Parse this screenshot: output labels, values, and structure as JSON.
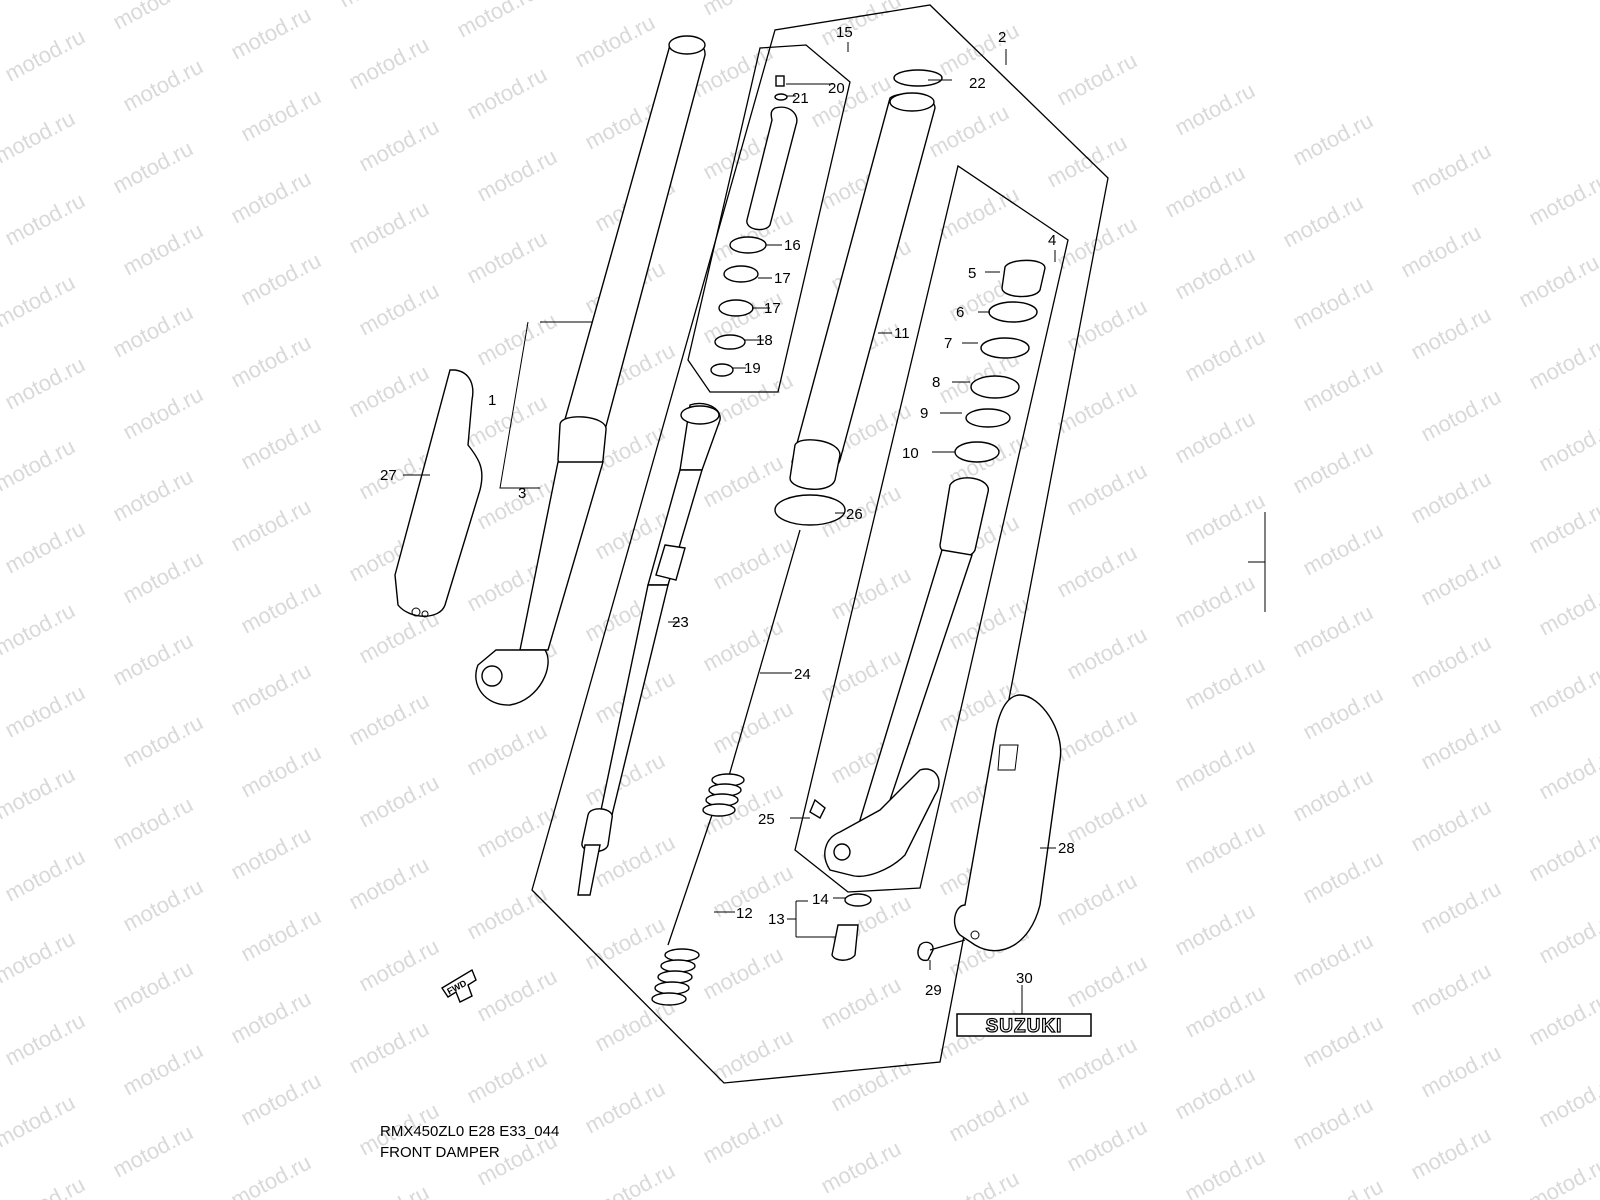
{
  "watermark": "motod.ru",
  "diagram_code": "RMX450ZL0 E28 E33_044",
  "diagram_title": "FRONT DAMPER",
  "fwd_label": "FWD",
  "brand_label": "SUZUKI",
  "callouts": [
    "1",
    "2",
    "3",
    "4",
    "5",
    "6",
    "7",
    "8",
    "9",
    "10",
    "11",
    "12",
    "13",
    "14",
    "15",
    "16",
    "17",
    "17",
    "18",
    "19",
    "20",
    "21",
    "22",
    "23",
    "24",
    "25",
    "26",
    "27",
    "28",
    "29",
    "30"
  ]
}
